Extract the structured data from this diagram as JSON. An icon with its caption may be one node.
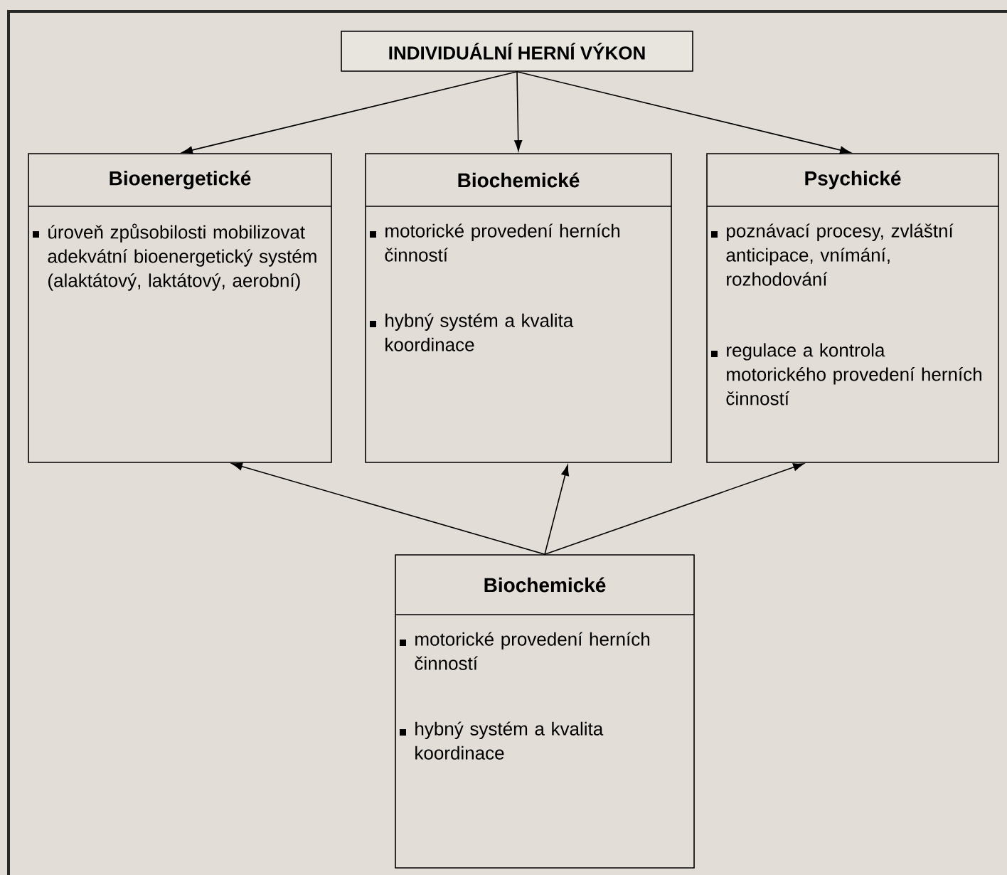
{
  "diagram": {
    "nodes": [
      {
        "text": [
          "INDIVIDUÁLNÍ HERNÍ VÝKON"
        ]
      },
      {
        "text": [
          "Bioenergetické",
          "úroveň způsobilosti mobilizovat adekvátní bioenergetický systém (alaktátový, laktátový, aerobní)"
        ]
      },
      {
        "text": [
          "Biochemické",
          "motorické provedení herních činností",
          "hybný systém a kvalita koordinace"
        ]
      },
      {
        "text": [
          "Psychické",
          "poznávací procesy, zvláštní anticipace, vnímání, rozhodování",
          "regulace a kontrola motorického provedení herních činností"
        ]
      },
      {
        "text": [
          "Biochemické",
          "motorické provedení herních činností",
          "hybný systém a kvalita koordinace"
        ]
      }
    ],
    "edges": [
      {
        "from": 0,
        "to": 1,
        "arrow": "to"
      },
      {
        "from": 0,
        "to": 2,
        "arrow": "to"
      },
      {
        "from": 0,
        "to": 3,
        "arrow": "to"
      },
      {
        "from": 4,
        "to": 1,
        "arrow": "to"
      },
      {
        "from": 4,
        "to": 2,
        "arrow": "to"
      },
      {
        "from": 4,
        "to": 3,
        "arrow": "to"
      }
    ]
  }
}
